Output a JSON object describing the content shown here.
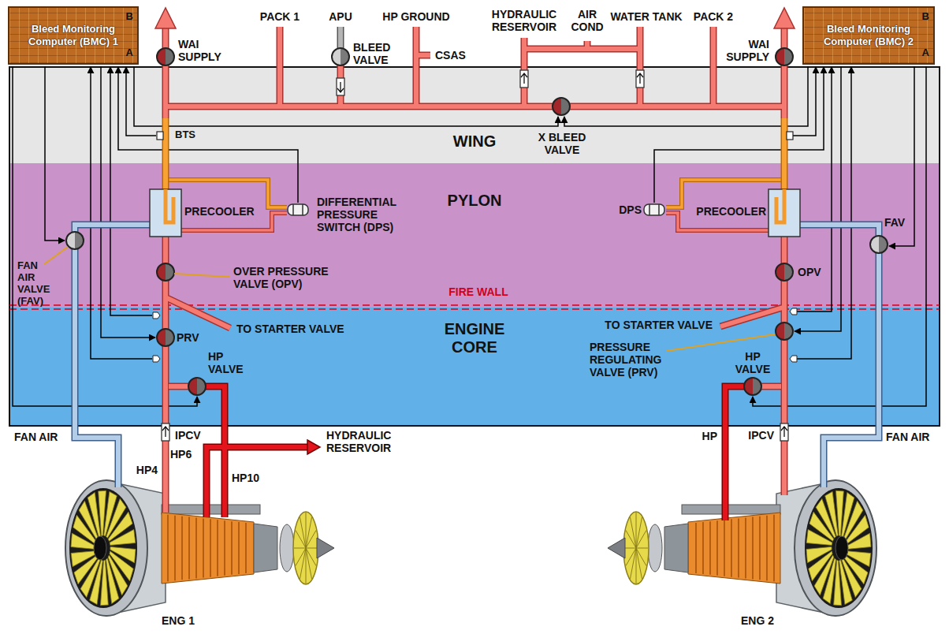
{
  "diagram": {
    "nodes": [
      {
        "text": [
          "B",
          "Bleed Monitoring Computer (BMC) 1",
          "A"
        ]
      },
      {
        "text": [
          "B",
          "Bleed Monitoring Computer (BMC) 2",
          "A"
        ]
      },
      {
        "text": [
          "WING"
        ]
      },
      {
        "text": [
          "PYLON"
        ]
      },
      {
        "text": [
          "ENGINE CORE"
        ]
      }
    ],
    "labels": [
      "PACK 1",
      "APU",
      "HP GROUND",
      "HYDRAULIC RESERVOIR",
      "AIR COND",
      "WATER TANK",
      "PACK 2",
      "WAI SUPPLY",
      "BLEED VALVE",
      "CSAS",
      "WAI SUPPLY",
      "BTS",
      "X BLEED VALVE",
      "PRECOOLER",
      "DIFFERENTIAL PRESSURE SWITCH (DPS)",
      "DPS",
      "PRECOOLER",
      "FAV",
      "FAN AIR VALVE (FAV)",
      "OVER PRESSURE VALVE (OPV)",
      "OPV",
      "FIRE WALL",
      "TO STARTER VALVE",
      "PRV",
      "TO STARTER VALVE",
      "PRESSURE REGULATING VALVE (PRV)",
      "HP VALVE",
      "HP VALVE",
      "FAN AIR",
      "IPCV",
      "HYDRAULIC RESERVOIR",
      "HP",
      "IPCV",
      "FAN AIR",
      "HP6",
      "HP4",
      "HP10",
      "ENG 1",
      "ENG 2"
    ]
  }
}
